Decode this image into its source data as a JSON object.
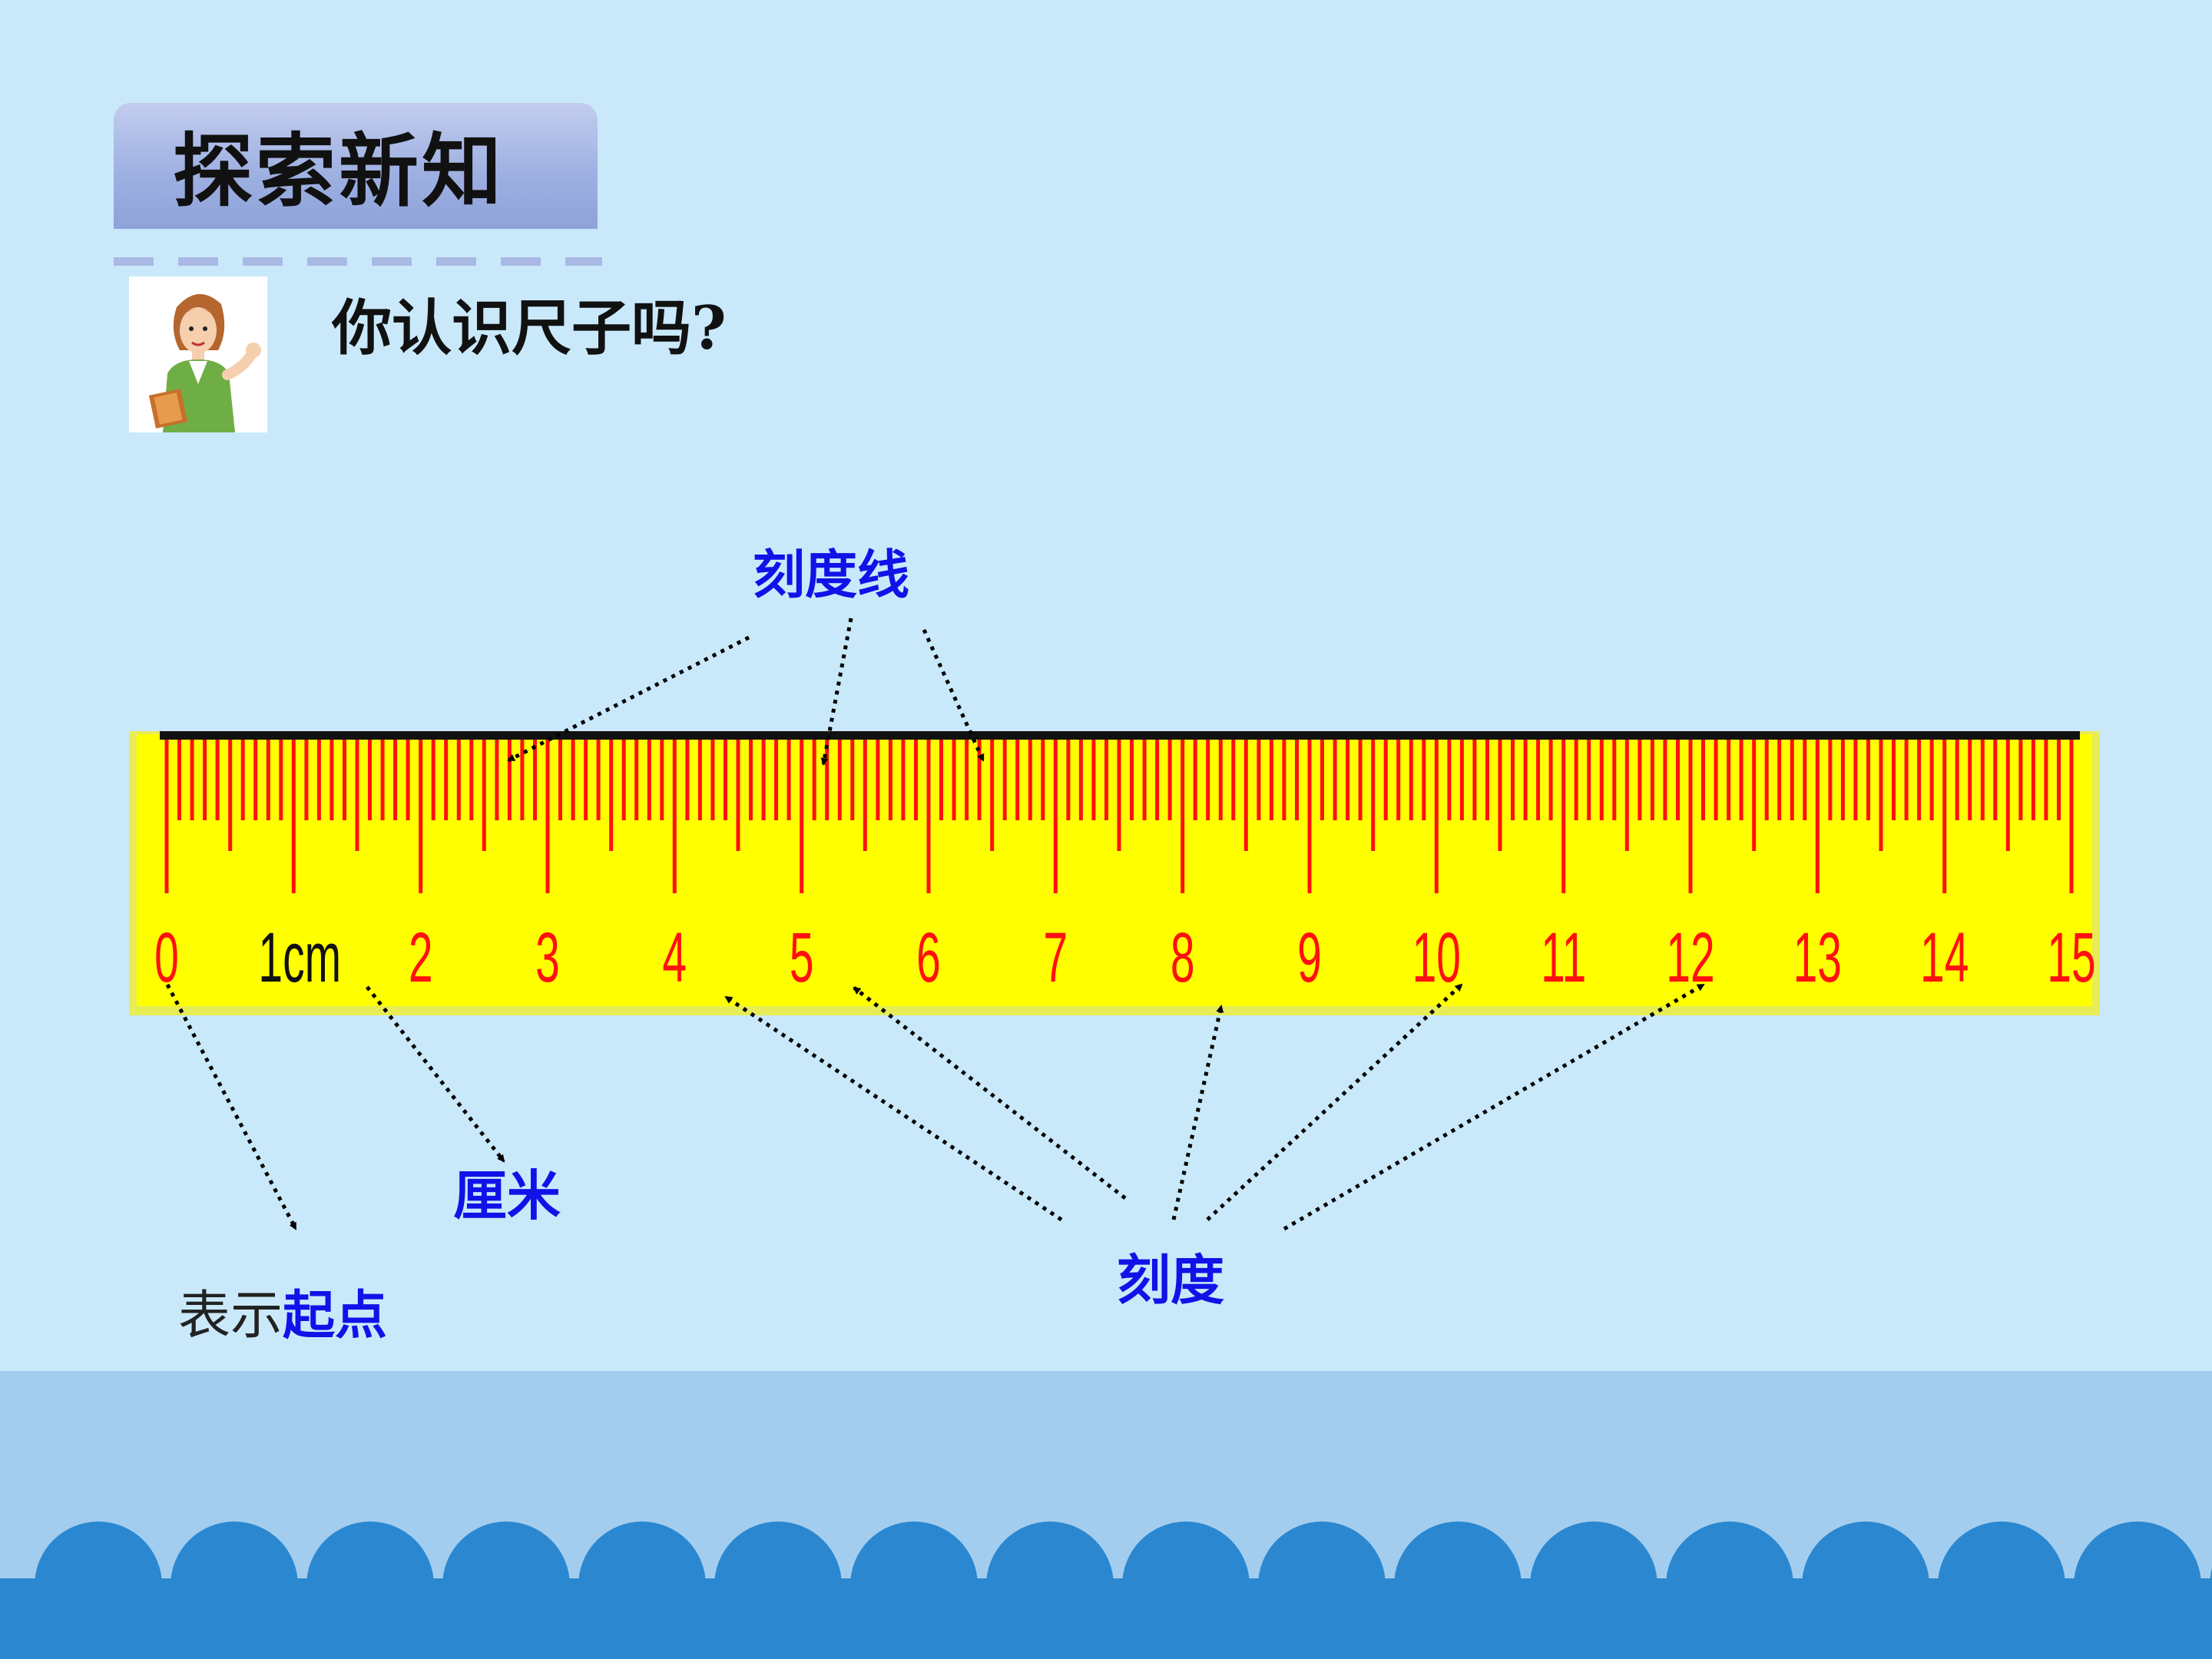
{
  "header": {
    "title": "探索新知"
  },
  "prompt": {
    "question": "你认识尺子吗?"
  },
  "ruler": {
    "numbers": [
      "0",
      "1cm",
      "2",
      "3",
      "4",
      "5",
      "6",
      "7",
      "8",
      "9",
      "10",
      "11",
      "12",
      "13",
      "14",
      "15"
    ],
    "max_cm": 15,
    "minor_divisions_per_cm": 10
  },
  "annotations": {
    "scale_line": "刻度线",
    "centimeter": "厘米",
    "scale": "刻度",
    "start_prefix": "表示",
    "start_point": "起点"
  },
  "colors": {
    "background": "#c9e9fb",
    "ruler_body": "#ffff00",
    "ticks": "#ff1010",
    "label_blue": "#1212e8",
    "wave": "#2b88d0"
  },
  "icons": {
    "teacher": "teacher-illustration"
  }
}
